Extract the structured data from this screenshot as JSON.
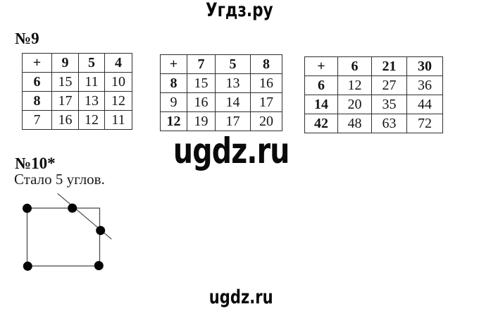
{
  "watermarks": {
    "header": "Угдз.ру",
    "large": "ugdz.ru",
    "bottom": "ugdz.ru"
  },
  "ink_color": "#111111",
  "task9": {
    "label": "№9",
    "tables": [
      {
        "grid": [
          [
            "+",
            "9",
            "5",
            "4"
          ],
          [
            "6",
            "15",
            "11",
            "10"
          ],
          [
            "8",
            "17",
            "13",
            "12"
          ],
          [
            "7",
            "16",
            "12",
            "11"
          ]
        ]
      },
      {
        "grid": [
          [
            "+",
            "7",
            "5",
            "8"
          ],
          [
            "8",
            "15",
            "13",
            "16"
          ],
          [
            "9",
            "16",
            "14",
            "17"
          ],
          [
            "12",
            "19",
            "17",
            "20"
          ]
        ]
      },
      {
        "grid": [
          [
            "+",
            "6",
            "21",
            "30"
          ],
          [
            "6",
            "12",
            "27",
            "36"
          ],
          [
            "14",
            "20",
            "35",
            "44"
          ],
          [
            "42",
            "48",
            "63",
            "72"
          ]
        ]
      }
    ]
  },
  "task10": {
    "label": "№10*",
    "answer": "Стало 5 углов.",
    "figure": {
      "shape": "square with top-right corner cut off by a line",
      "marked_points": 5
    }
  }
}
